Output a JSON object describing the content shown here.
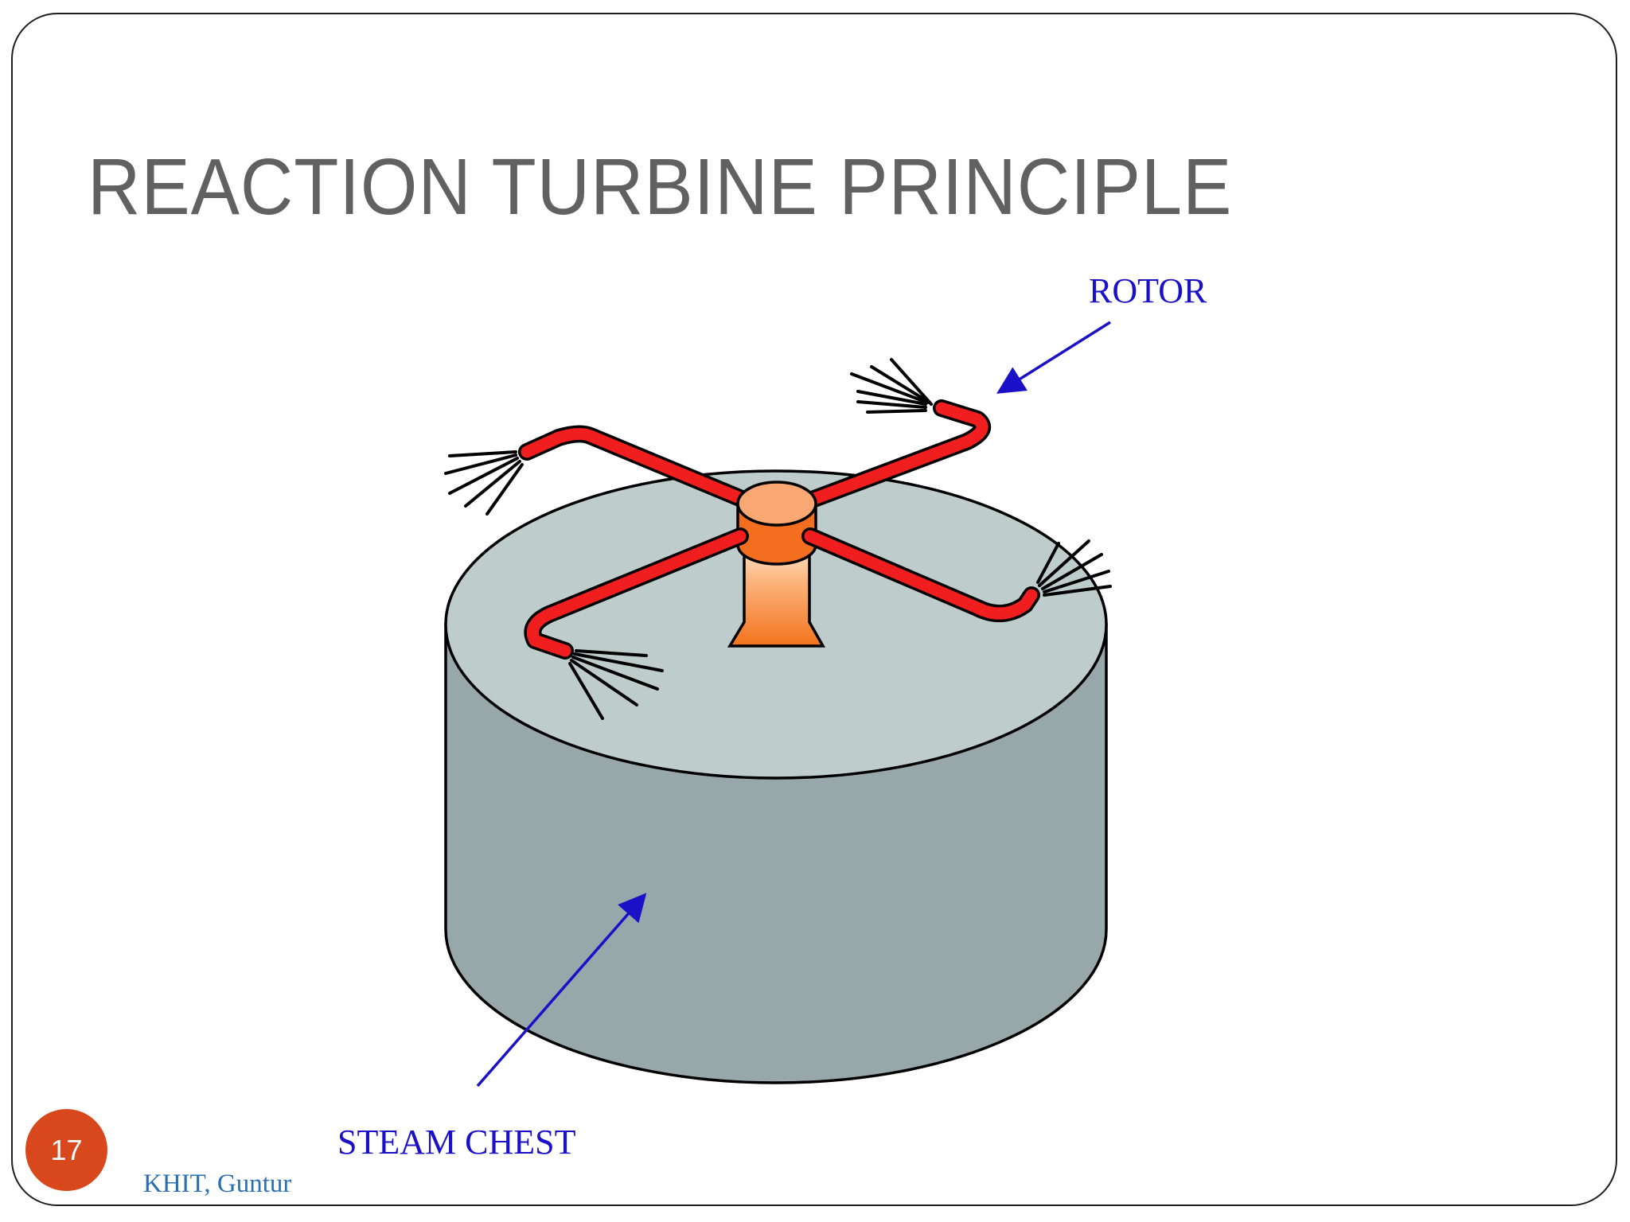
{
  "slide": {
    "title": "REACTION TURBINE PRINCIPLE",
    "number": "17",
    "footer": "KHIT, Guntur"
  },
  "diagram": {
    "labels": {
      "rotor": "ROTOR",
      "steam_chest": "STEAM CHEST"
    }
  },
  "colors": {
    "title_text": "#616161",
    "label_blue": "#1a10c8",
    "footer_blue": "#2a6fb0",
    "badge": "#d9481c",
    "rotor_red": "#f01e1e",
    "hub_orange": "#f36f1f",
    "chest_top": "#bfcccc",
    "chest_side": "#98a7aa"
  }
}
